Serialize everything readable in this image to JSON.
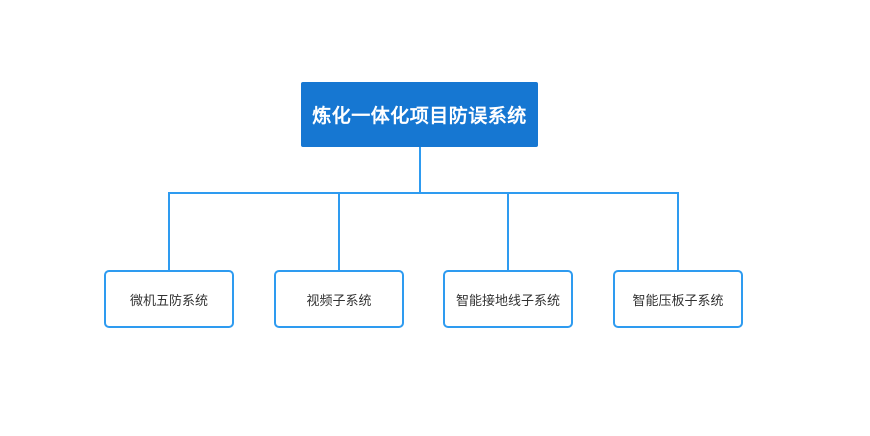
{
  "diagram": {
    "type": "org-chart",
    "root": {
      "label": "炼化一体化项目防误系统"
    },
    "children": [
      {
        "label": "微机五防系统"
      },
      {
        "label": "视频子系统"
      },
      {
        "label": "智能接地线子系统"
      },
      {
        "label": "智能压板子系统"
      }
    ],
    "colors": {
      "background": "#ffffff",
      "root_fill": "#1677d2",
      "root_text": "#ffffff",
      "line": "#2e9bf0",
      "child_border": "#2e9bf0",
      "child_text": "#333333"
    }
  }
}
